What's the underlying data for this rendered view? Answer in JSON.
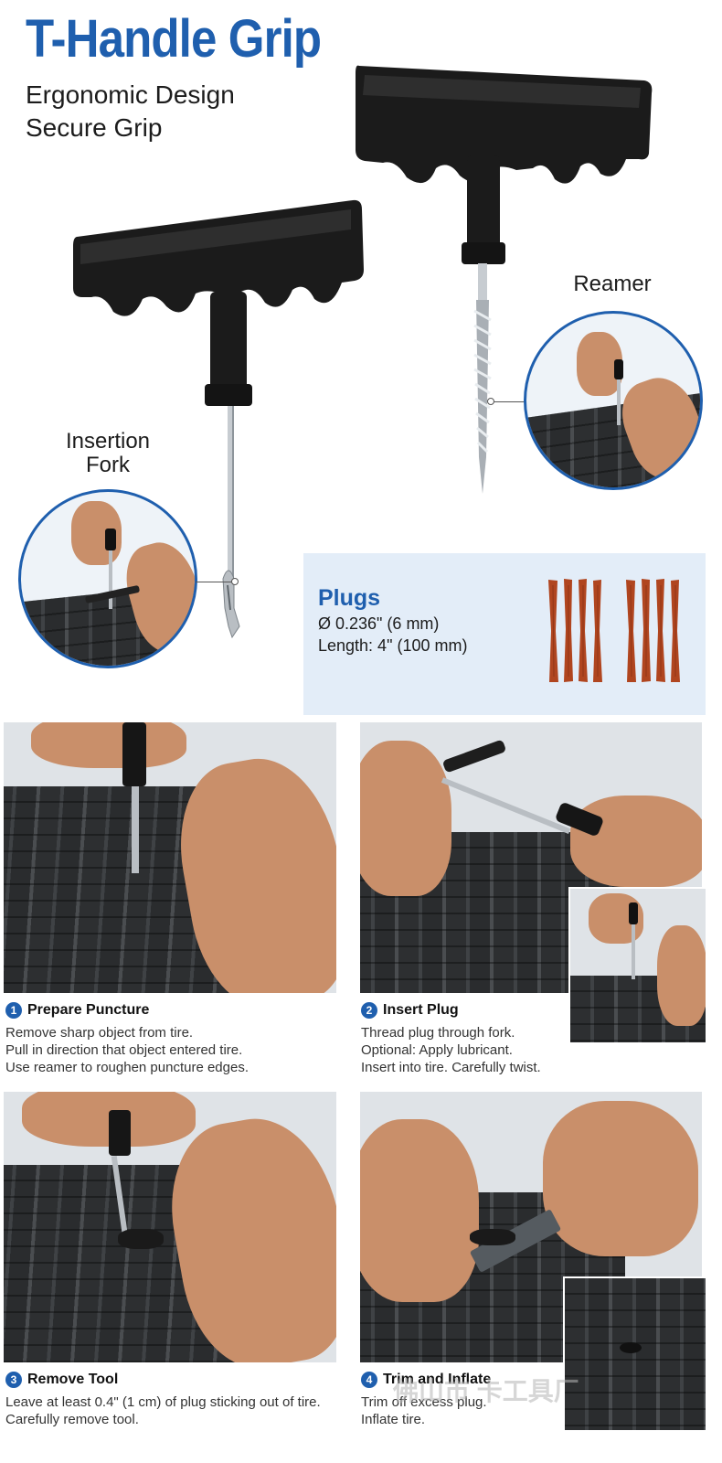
{
  "header": {
    "title": "T-Handle Grip",
    "subtitle_line1": "Ergonomic Design",
    "subtitle_line2": "Secure Grip"
  },
  "callouts": {
    "reamer": "Reamer",
    "fork_line1": "Insertion",
    "fork_line2": "Fork"
  },
  "plugs": {
    "title": "Plugs",
    "diameter": "Ø 0.236\" (6 mm)",
    "length": "Length: 4\" (100 mm)",
    "color": "#b0451f"
  },
  "steps": [
    {
      "number": "1",
      "title": "Prepare Puncture",
      "lines": [
        "Remove sharp object from tire.",
        "Pull in direction that object entered tire.",
        "Use reamer to roughen puncture edges."
      ]
    },
    {
      "number": "2",
      "title": "Insert Plug",
      "lines": [
        "Thread plug through fork.",
        "Optional: Apply lubricant.",
        "Insert into tire. Carefully twist."
      ]
    },
    {
      "number": "3",
      "title": "Remove Tool",
      "lines": [
        "Leave at least 0.4\" (1 cm) of plug sticking out of tire.",
        "Carefully remove tool."
      ]
    },
    {
      "number": "4",
      "title": "Trim and Inflate",
      "lines": [
        "Trim off excess plug.",
        "Inflate tire."
      ]
    }
  ],
  "watermark": "佛山市 卡工具厂",
  "colors": {
    "accent": "#1f5fae",
    "handle": "#1b1b1b",
    "steel": "#b9bec3"
  }
}
